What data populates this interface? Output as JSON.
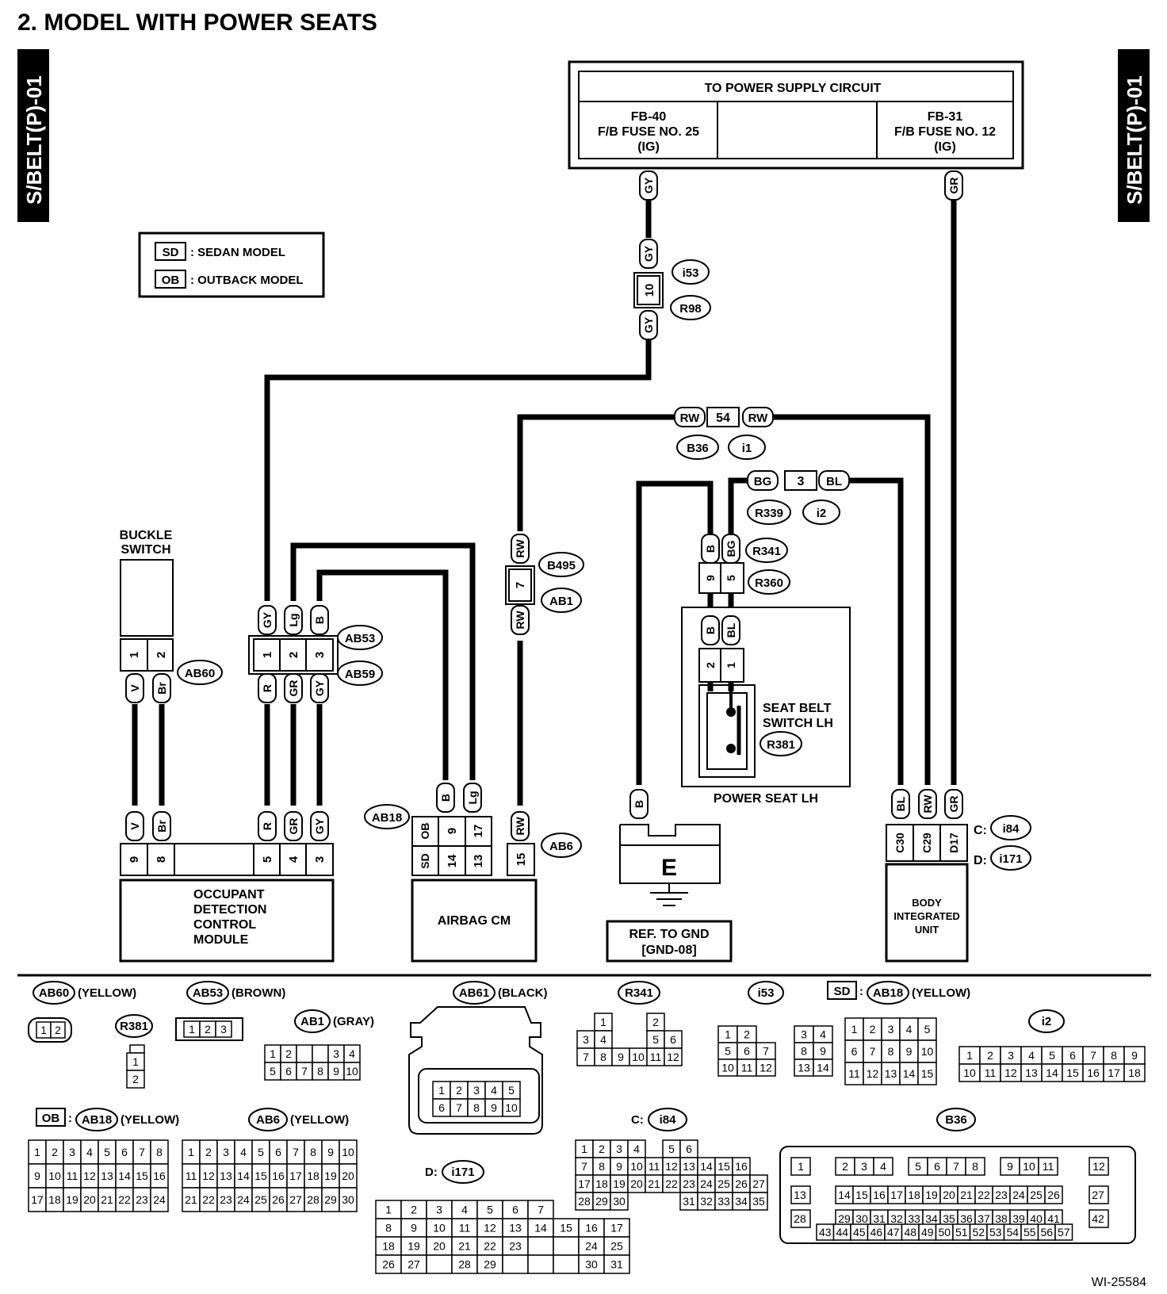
{
  "title": "2.  MODEL WITH POWER SEATS",
  "side_tabs": {
    "left": "S/BELT(P)-01",
    "right": "S/BELT(P)-01"
  },
  "footer_code": "WI-25584",
  "legend": [
    {
      "code": "SD",
      "label": ": SEDAN MODEL"
    },
    {
      "code": "OB",
      "label": ": OUTBACK MODEL"
    }
  ],
  "power_supply": {
    "header": "TO POWER SUPPLY CIRCUIT",
    "left_cell": [
      "FB-40",
      "F/B FUSE NO. 25",
      "(IG)"
    ],
    "right_cell": [
      "FB-31",
      "F/B FUSE NO. 12",
      "(IG)"
    ]
  },
  "wire_colors": {
    "gy_top": "GY",
    "gr_top": "GR",
    "gy_mid_upper": "GY",
    "gy_mid_pin": "10",
    "gy_mid_lower": "GY",
    "i53": "i53",
    "r98": "R98",
    "rw_left": "RW",
    "rw_pin": "54",
    "rw_right": "RW",
    "b36": "B36",
    "i1": "i1",
    "bg": "BG",
    "bg_pin": "3",
    "bl": "BL",
    "r339": "R339",
    "i2": "i2"
  },
  "buckle_switch": {
    "label": [
      "BUCKLE",
      "SWITCH"
    ],
    "pins": [
      "1",
      "2"
    ],
    "connector": "AB60",
    "wires": [
      "V",
      "Br"
    ]
  },
  "ab53": {
    "wires_top": [
      "GY",
      "Lg",
      "B"
    ],
    "pins": [
      "1",
      "2",
      "3"
    ],
    "wires_bottom": [
      "R",
      "GR",
      "GY"
    ],
    "conn_top": "AB53",
    "conn_bottom": "AB59"
  },
  "b495": {
    "wire_top": "RW",
    "pin": "7",
    "wire_bottom": "RW",
    "conn_top": "B495",
    "conn_bottom": "AB1"
  },
  "occupant_module": {
    "label": [
      "OCCUPANT",
      "DETECTION",
      "CONTROL",
      "MODULE"
    ],
    "connector": "AB61",
    "wires": [
      "V",
      "Br",
      "R",
      "GR",
      "GY"
    ],
    "pins": [
      "9",
      "8",
      "5",
      "4",
      "3"
    ]
  },
  "airbag_cm": {
    "label": "AIRBAG CM",
    "connector": "AB18",
    "connector2": "AB6",
    "wires": [
      "B",
      "Lg"
    ],
    "ob_label": "OB",
    "ob_pins": [
      "9",
      "17"
    ],
    "sd_label": "SD",
    "sd_pins": [
      "14",
      "13"
    ],
    "rw_wire": "RW",
    "rw_pin": "15"
  },
  "power_seat": {
    "label": "POWER SEAT LH",
    "wires_top": [
      "B",
      "BG"
    ],
    "pins_top": [
      "9",
      "5"
    ],
    "conn_top": "R341",
    "conn_bottom": "R360",
    "wires_inner": [
      "B",
      "BL"
    ],
    "pins_inner": [
      "2",
      "1"
    ],
    "switch_label": [
      "SEAT BELT",
      "SWITCH LH"
    ],
    "switch_connector": "R381"
  },
  "ground": {
    "wire": "B",
    "letter": "E",
    "label": [
      "REF. TO GND",
      "[GND-08]"
    ]
  },
  "body_unit": {
    "label": [
      "BODY",
      "INTEGRATED",
      "UNIT"
    ],
    "wires": [
      "BL",
      "RW",
      "GR"
    ],
    "pins": [
      "C30",
      "C29",
      "D17"
    ],
    "conn_c_prefix": "C:",
    "conn_c": "i84",
    "conn_d_prefix": "D:",
    "conn_d": "i171"
  },
  "connector_views": {
    "ab60": {
      "name": "AB60",
      "color": "(YELLOW)",
      "rows": [
        [
          "1",
          "2"
        ]
      ]
    },
    "r381": {
      "name": "R381",
      "rows": [
        [
          "1"
        ],
        [
          "2"
        ]
      ]
    },
    "ab53": {
      "name": "AB53",
      "color": "(BROWN)",
      "rows": [
        [
          "1",
          "2",
          "3"
        ]
      ]
    },
    "ab1": {
      "name": "AB1",
      "color": "(GRAY)",
      "rows": [
        [
          "1",
          "2",
          "",
          "",
          "3",
          "4"
        ],
        [
          "5",
          "6",
          "7",
          "8",
          "9",
          "10"
        ]
      ]
    },
    "ab61": {
      "name": "AB61",
      "color": "(BLACK)",
      "rows": [
        [
          "1",
          "2",
          "3",
          "4",
          "5"
        ],
        [
          "6",
          "7",
          "8",
          "9",
          "10"
        ]
      ]
    },
    "r341": {
      "name": "R341",
      "rows": [
        [
          "",
          "1",
          "",
          "",
          "2",
          ""
        ],
        [
          "3",
          "4",
          "",
          "",
          "5",
          "6"
        ],
        [
          "7",
          "8",
          "9",
          "10",
          "11",
          "12"
        ]
      ]
    },
    "i53": {
      "name": "i53",
      "rows": [
        [
          "1",
          "2",
          "",
          "",
          "3",
          "4"
        ],
        [
          "5",
          "6",
          "7",
          "",
          "8",
          "9"
        ],
        [
          "10",
          "11",
          "12",
          "",
          "13",
          "14"
        ]
      ]
    },
    "sd_ab18": {
      "prefix": "SD",
      "name": "AB18",
      "color": "(YELLOW)",
      "rows": [
        [
          "1",
          "2",
          "3",
          "4",
          "5"
        ],
        [
          "6",
          "7",
          "8",
          "9",
          "10"
        ],
        [
          "11",
          "12",
          "13",
          "14",
          "15"
        ]
      ]
    },
    "i2": {
      "name": "i2",
      "rows": [
        [
          "1",
          "2",
          "3",
          "4",
          "5",
          "6",
          "7",
          "8",
          "9"
        ],
        [
          "10",
          "11",
          "12",
          "13",
          "14",
          "15",
          "16",
          "17",
          "18"
        ]
      ]
    },
    "ob_ab18": {
      "prefix": "OB",
      "name": "AB18",
      "color": "(YELLOW)",
      "rows": [
        [
          "1",
          "2",
          "3",
          "4",
          "5",
          "6",
          "7",
          "8"
        ],
        [
          "9",
          "10",
          "11",
          "12",
          "13",
          "14",
          "15",
          "16"
        ],
        [
          "17",
          "18",
          "19",
          "20",
          "21",
          "22",
          "23",
          "24"
        ]
      ]
    },
    "ab6": {
      "name": "AB6",
      "color": "(YELLOW)",
      "rows": [
        [
          "1",
          "2",
          "3",
          "4",
          "5",
          "6",
          "7",
          "8",
          "9",
          "10"
        ],
        [
          "11",
          "12",
          "13",
          "14",
          "15",
          "16",
          "17",
          "18",
          "19",
          "20"
        ],
        [
          "21",
          "22",
          "23",
          "24",
          "25",
          "26",
          "27",
          "28",
          "29",
          "30"
        ]
      ]
    },
    "i171": {
      "prefix": "D:",
      "name": "i171",
      "rows": [
        [
          "1",
          "2",
          "3",
          "4",
          "5",
          "6",
          "7"
        ],
        [
          "8",
          "9",
          "10",
          "11",
          "12",
          "13",
          "14",
          "15",
          "16",
          "17"
        ],
        [
          "18",
          "19",
          "20",
          "21",
          "22",
          "23",
          "",
          "",
          "24",
          "25"
        ],
        [
          "26",
          "27",
          "",
          "28",
          "29",
          "",
          "",
          "",
          "30",
          "31"
        ]
      ]
    },
    "i84": {
      "prefix": "C:",
      "name": "i84",
      "rows": [
        [
          "1",
          "2",
          "3",
          "4",
          "",
          "5",
          "6"
        ],
        [
          "7",
          "8",
          "9",
          "10",
          "11",
          "12",
          "13",
          "14",
          "15",
          "16"
        ],
        [
          "17",
          "18",
          "19",
          "20",
          "21",
          "22",
          "23",
          "24",
          "25",
          "26",
          "27"
        ],
        [
          "28",
          "29",
          "30",
          "",
          "",
          "",
          "31",
          "32",
          "33",
          "34",
          "35"
        ]
      ]
    },
    "b36": {
      "name": "B36",
      "rows": [
        [
          "1",
          "2",
          "3",
          "4",
          "5",
          "6",
          "7",
          "8",
          "9",
          "10",
          "11",
          "12"
        ],
        [
          "13",
          "14",
          "15",
          "16",
          "17",
          "18",
          "19",
          "20",
          "21",
          "22",
          "23",
          "24",
          "25",
          "26",
          "27"
        ],
        [
          "28",
          "29",
          "30",
          "31",
          "32",
          "33",
          "34",
          "35",
          "36",
          "37",
          "38",
          "39",
          "40",
          "41",
          "42"
        ],
        [
          "43",
          "44",
          "45",
          "46",
          "47",
          "48",
          "49",
          "50",
          "51",
          "52",
          "53",
          "54",
          "55",
          "56",
          "57"
        ]
      ]
    }
  }
}
